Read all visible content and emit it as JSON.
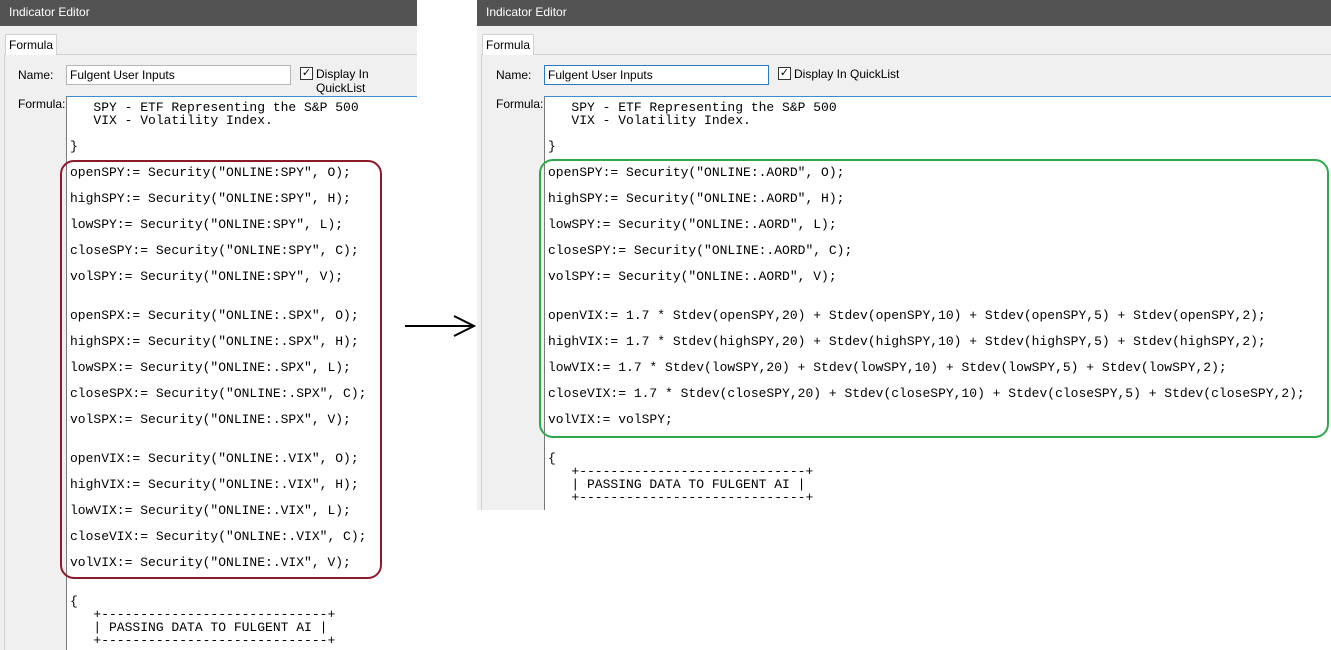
{
  "left_editor": {
    "title": "Indicator Editor",
    "tab": "Formula",
    "name_label": "Name:",
    "name_value": "Fulgent User Inputs",
    "display_checkbox_label": "Display In QuickList",
    "display_checked": true,
    "checkmark": "✓",
    "formula_label": "Formula:",
    "code": [
      "   SPY - ETF Representing the S&P 500",
      "   VIX - Volatility Index.",
      "",
      "}",
      "openSPY:= Security(\"ONLINE:SPY\", O);",
      "highSPY:= Security(\"ONLINE:SPY\", H);",
      "lowSPY:= Security(\"ONLINE:SPY\", L);",
      "closeSPY:= Security(\"ONLINE:SPY\", C);",
      "volSPY:= Security(\"ONLINE:SPY\", V);",
      "openSPX:= Security(\"ONLINE:.SPX\", O);",
      "highSPX:= Security(\"ONLINE:.SPX\", H);",
      "lowSPX:= Security(\"ONLINE:.SPX\", L);",
      "closeSPX:= Security(\"ONLINE:.SPX\", C);",
      "volSPX:= Security(\"ONLINE:.SPX\", V);",
      "openVIX:= Security(\"ONLINE:.VIX\", O);",
      "highVIX:= Security(\"ONLINE:.VIX\", H);",
      "lowVIX:= Security(\"ONLINE:.VIX\", L);",
      "closeVIX:= Security(\"ONLINE:.VIX\", C);",
      "volVIX:= Security(\"ONLINE:.VIX\", V);",
      "{",
      "   +-----------------------------+",
      "   | PASSING DATA TO FULGENT AI |",
      "   +-----------------------------+"
    ],
    "highlight_color": "#8b1a2b"
  },
  "arrow": "⟶",
  "right_editor": {
    "title": "Indicator Editor",
    "tab": "Formula",
    "name_label": "Name:",
    "name_value": "Fulgent User Inputs",
    "display_checkbox_label": "Display In QuickList",
    "display_checked": true,
    "checkmark": "✓",
    "formula_label": "Formula:",
    "code": [
      "   SPY - ETF Representing the S&P 500",
      "   VIX - Volatility Index.",
      "",
      "}",
      "openSPY:= Security(\"ONLINE:.AORD\", O);",
      "highSPY:= Security(\"ONLINE:.AORD\", H);",
      "lowSPY:= Security(\"ONLINE:.AORD\", L);",
      "closeSPY:= Security(\"ONLINE:.AORD\", C);",
      "volSPY:= Security(\"ONLINE:.AORD\", V);",
      "openVIX:= 1.7 * Stdev(openSPY,20) + Stdev(openSPY,10) + Stdev(openSPY,5) + Stdev(openSPY,2);",
      "highVIX:= 1.7 * Stdev(highSPY,20) + Stdev(highSPY,10) + Stdev(highSPY,5) + Stdev(highSPY,2);",
      "lowVIX:= 1.7 * Stdev(lowSPY,20) + Stdev(lowSPY,10) + Stdev(lowSPY,5) + Stdev(lowSPY,2);",
      "closeVIX:= 1.7 * Stdev(closeSPY,20) + Stdev(closeSPY,10) + Stdev(closeSPY,5) + Stdev(closeSPY,2);",
      "volVIX:= volSPY;",
      "{",
      "   +-----------------------------+",
      "   | PASSING DATA TO FULGENT AI |",
      "   +-----------------------------+"
    ],
    "highlight_color": "#2ea84a"
  }
}
